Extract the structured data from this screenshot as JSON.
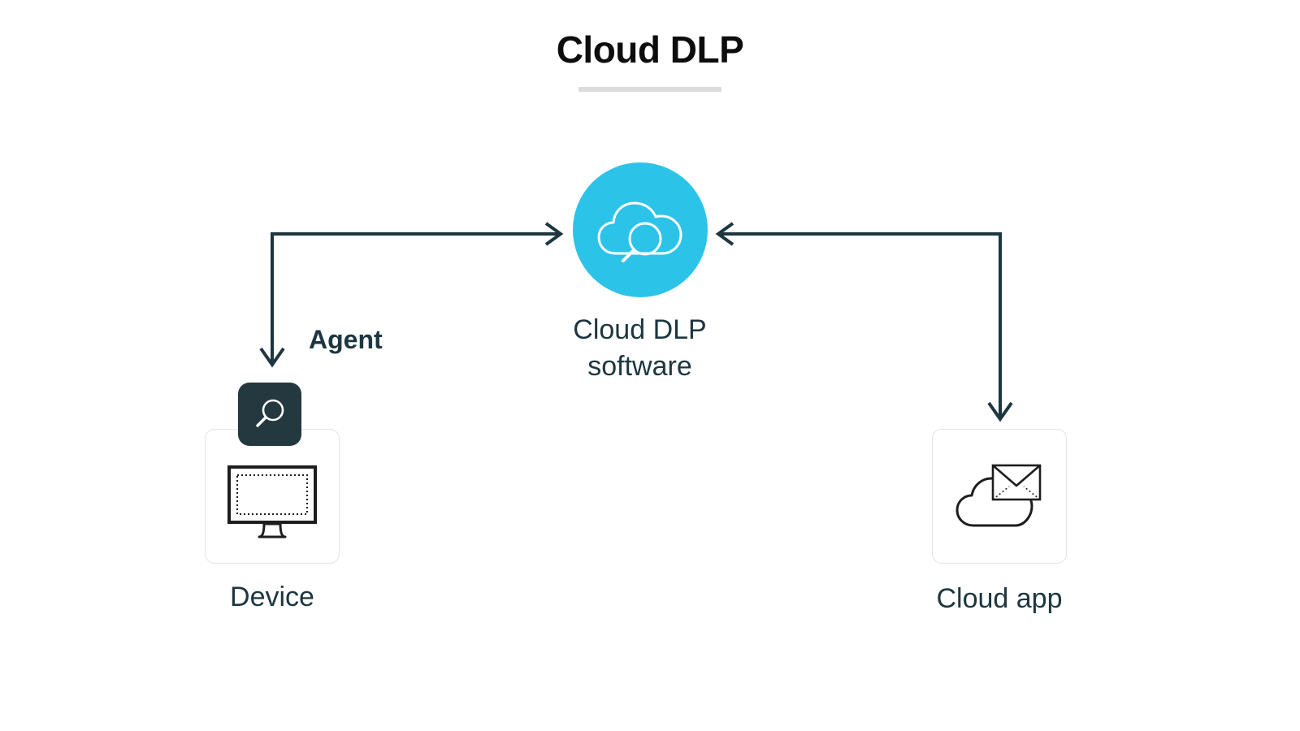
{
  "title": {
    "text": "Cloud DLP",
    "underline_color": "#dcdcdc"
  },
  "colors": {
    "accent_cyan": "#2bc4e8",
    "dark_slate": "#24383f",
    "text_dark": "#1d3640",
    "card_border": "#e4e4e4",
    "background": "#ffffff",
    "connector": "#1d3640"
  },
  "nodes": {
    "center": {
      "label": "Cloud DLP\nsoftware",
      "icon": "cloud-magnifier-icon"
    },
    "left": {
      "label": "Device",
      "icon": "monitor-icon",
      "badge_label": "Agent",
      "badge_icon": "magnifier-icon"
    },
    "right": {
      "label": "Cloud app",
      "icon": "cloud-envelope-icon"
    }
  },
  "connectors": [
    {
      "name": "device-to-cloud-dlp",
      "from": "Device",
      "to": "Cloud DLP software",
      "arrowheads": [
        "right-at-center",
        "down-at-device"
      ]
    },
    {
      "name": "cloud-app-to-cloud-dlp",
      "from": "Cloud app",
      "to": "Cloud DLP software",
      "arrowheads": [
        "left-at-center",
        "down-at-cloud-app"
      ]
    }
  ]
}
